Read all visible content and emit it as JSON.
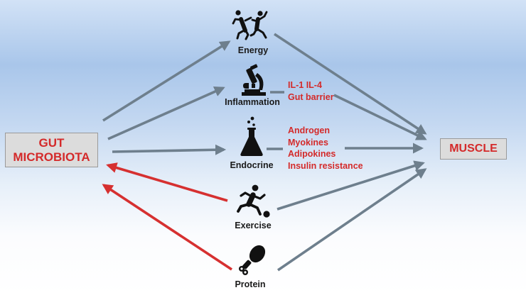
{
  "gut_box": {
    "line1": "GUT",
    "line2": "MICROBIOTA"
  },
  "muscle_box": {
    "label": "MUSCLE"
  },
  "nodes": {
    "energy": {
      "label": "Energy",
      "icon": "dancing-people-icon"
    },
    "inflammation": {
      "label": "Inflammation",
      "icon": "microscope-icon"
    },
    "endocrine": {
      "label": "Endocrine",
      "icon": "flask-icon"
    },
    "exercise": {
      "label": "Exercise",
      "icon": "soccer-player-icon"
    },
    "protein": {
      "label": "Protein",
      "icon": "chicken-leg-icon"
    }
  },
  "inflammation_mediators": [
    "IL-1 IL-4",
    "Gut barrier"
  ],
  "endocrine_mediators": [
    "Androgen",
    "Myokines",
    "Adipokines",
    "Insulin resistance"
  ],
  "colors": {
    "text_red": "#d42a2a",
    "arrow_grey": "#6e7f8d",
    "arrow_red": "#d63030",
    "icon": "#111111"
  }
}
